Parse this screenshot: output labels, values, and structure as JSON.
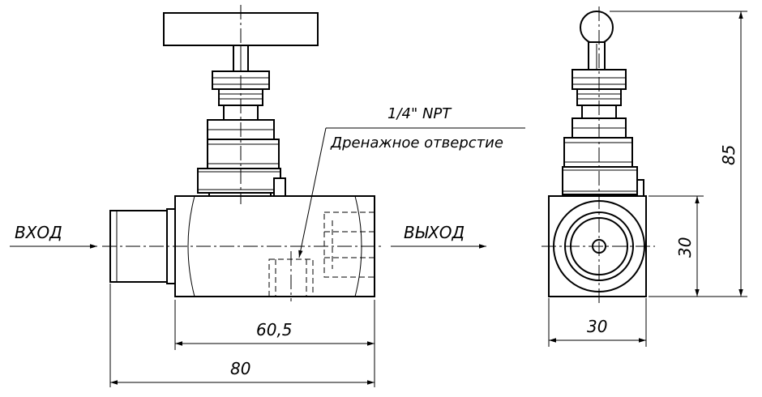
{
  "labels": {
    "inlet": "ВХОД",
    "outlet": "ВЫХОД",
    "thread": "1/4\" NPT",
    "drain": "Дренажное отверстие"
  },
  "dimensions": {
    "body_length": "60,5",
    "overall_length": "80",
    "height": "85",
    "body_height": "30",
    "body_width": "30"
  }
}
